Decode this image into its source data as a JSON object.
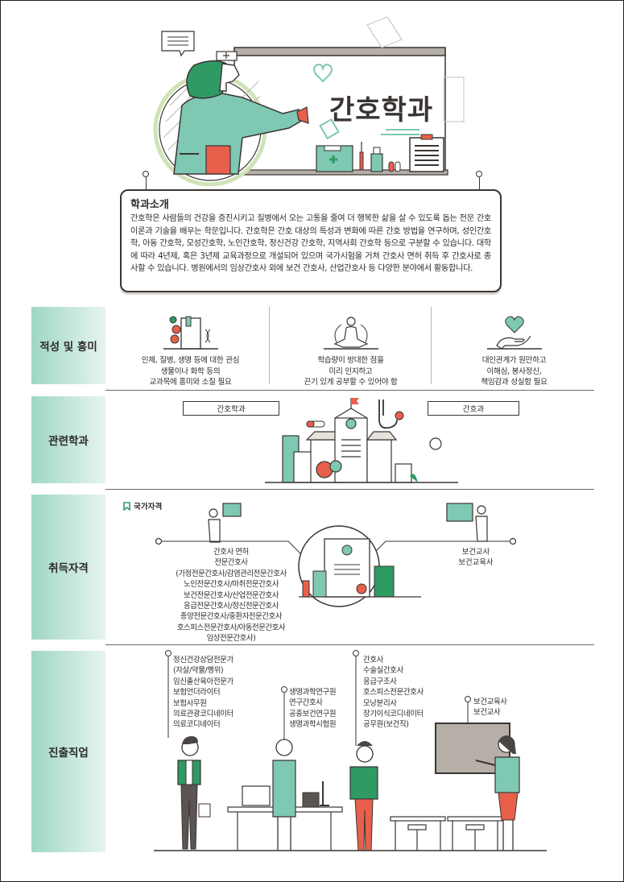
{
  "hero": {
    "title": "간호학과"
  },
  "intro": {
    "title": "학과소개",
    "body": "간호학은 사람들의 건강을 증진시키고 질병에서 오는 고통을 줄여 더 행복한 삶을 살 수 있도록 돕는 전문 간호 이론과 기술을 배우는 학문입니다. 간호학은 간호 대상의 특성과 변화에 따른 간호 방법을 연구하며, 성인간호학, 아동 간호학, 모성간호학, 노인간호학, 정신건강 간호학, 지역사회 간호학 등으로 구분할 수 있습니다. 대학에 따라 4년제, 혹은 3년제 교육과정으로 개설되어 있으며 국가시험을 거쳐 간호사 면허 취득 후 간호사로 종사할 수 있습니다. 병원에서의 임상간호사 외에 보건 간호사, 산업간호사 등 다양한 분야에서 활동합니다."
  },
  "sections": {
    "aptitude": {
      "label": "적성 및 흥미",
      "items": [
        {
          "icon": "book-dna-icon",
          "lines": [
            "인체, 질병, 생명 등에 대한 관심",
            "생물이나 화학 등의",
            "교과목에 흥미와 소질 필요"
          ]
        },
        {
          "icon": "meditation-icon",
          "lines": [
            "학습량이 방대한 점을",
            "미리 인지하고",
            "끈기 있게 공부할 수 있어야 함"
          ]
        },
        {
          "icon": "heart-hand-icon",
          "lines": [
            "대인관계가 원만하고",
            "이해심, 봉사정신,",
            "책임감과 성실함 필요"
          ]
        }
      ]
    },
    "related": {
      "label": "관련학과",
      "departments": [
        "간호학과",
        "간호과"
      ]
    },
    "qualification": {
      "label": "취득자격",
      "national_label": "국가자격",
      "left_lines": [
        "간호사 면허",
        "전문간호사",
        "(가정전문간호사/감염관리전문간호사",
        "노인전문간호사/마취전문간호사",
        "보건전문간호사/산업전문간호사",
        "응급전문간호사/정신전문간호사",
        "종양전문간호사/중환자전문간호사",
        "호스피스전문간호사/아동전문간호사",
        "임상전문간호사)"
      ],
      "right_lines": [
        "보건교사",
        "보건교육사"
      ]
    },
    "careers": {
      "label": "진출직업",
      "groups": [
        {
          "jobs": [
            "정신건강상담전문가",
            "(자살/약물/행위)",
            "임신출산육아전문가",
            "보험언더라이터",
            "보험사무원",
            "의료관광코디네이터",
            "의료코디네이터"
          ]
        },
        {
          "jobs": [
            "생명과학연구원",
            "연구간호사",
            "공중보건연구원",
            "생명과학시험원"
          ]
        },
        {
          "jobs": [
            "간호사",
            "수술실간호사",
            "응급구조사",
            "호스피스전문간호사",
            "모낭분리사",
            "장기이식코디네이터",
            "공무원(보건직)"
          ]
        },
        {
          "jobs": [
            "보건교육사",
            "보건교사"
          ]
        }
      ]
    }
  },
  "colors": {
    "mint": "#7fc8b3",
    "green": "#2f9a64",
    "coral": "#e8604c",
    "ink": "#3a3532",
    "label_gradient_start": "#9ed6c4"
  }
}
